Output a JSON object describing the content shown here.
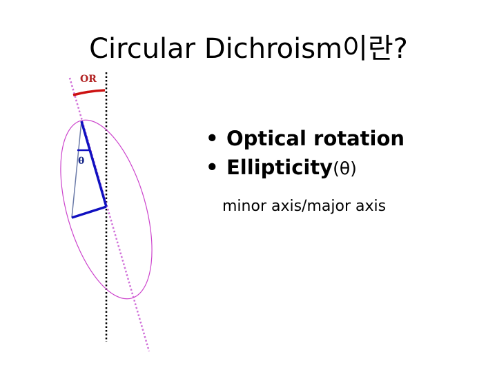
{
  "slide": {
    "title": "Circular Dichroism이란?",
    "bullets": [
      {
        "marker": "•",
        "label": "Optical rotation",
        "suffix": ""
      },
      {
        "marker": "•",
        "label": "Ellipticity",
        "suffix": "(θ)"
      }
    ],
    "subtext": "minor axis/major axis"
  },
  "diagram": {
    "or_label": "OR",
    "theta_label": "θ",
    "colors": {
      "ellipse": "#cc44cc",
      "tilted_axis": "#d070d8",
      "vertical_axis": "#000000",
      "or_arc": "#cc1111",
      "or_label": "#b22222",
      "ellipticity_lines": "#1010c0",
      "thin_line": "#6a7aa8",
      "theta": "#1a2a8a"
    }
  }
}
